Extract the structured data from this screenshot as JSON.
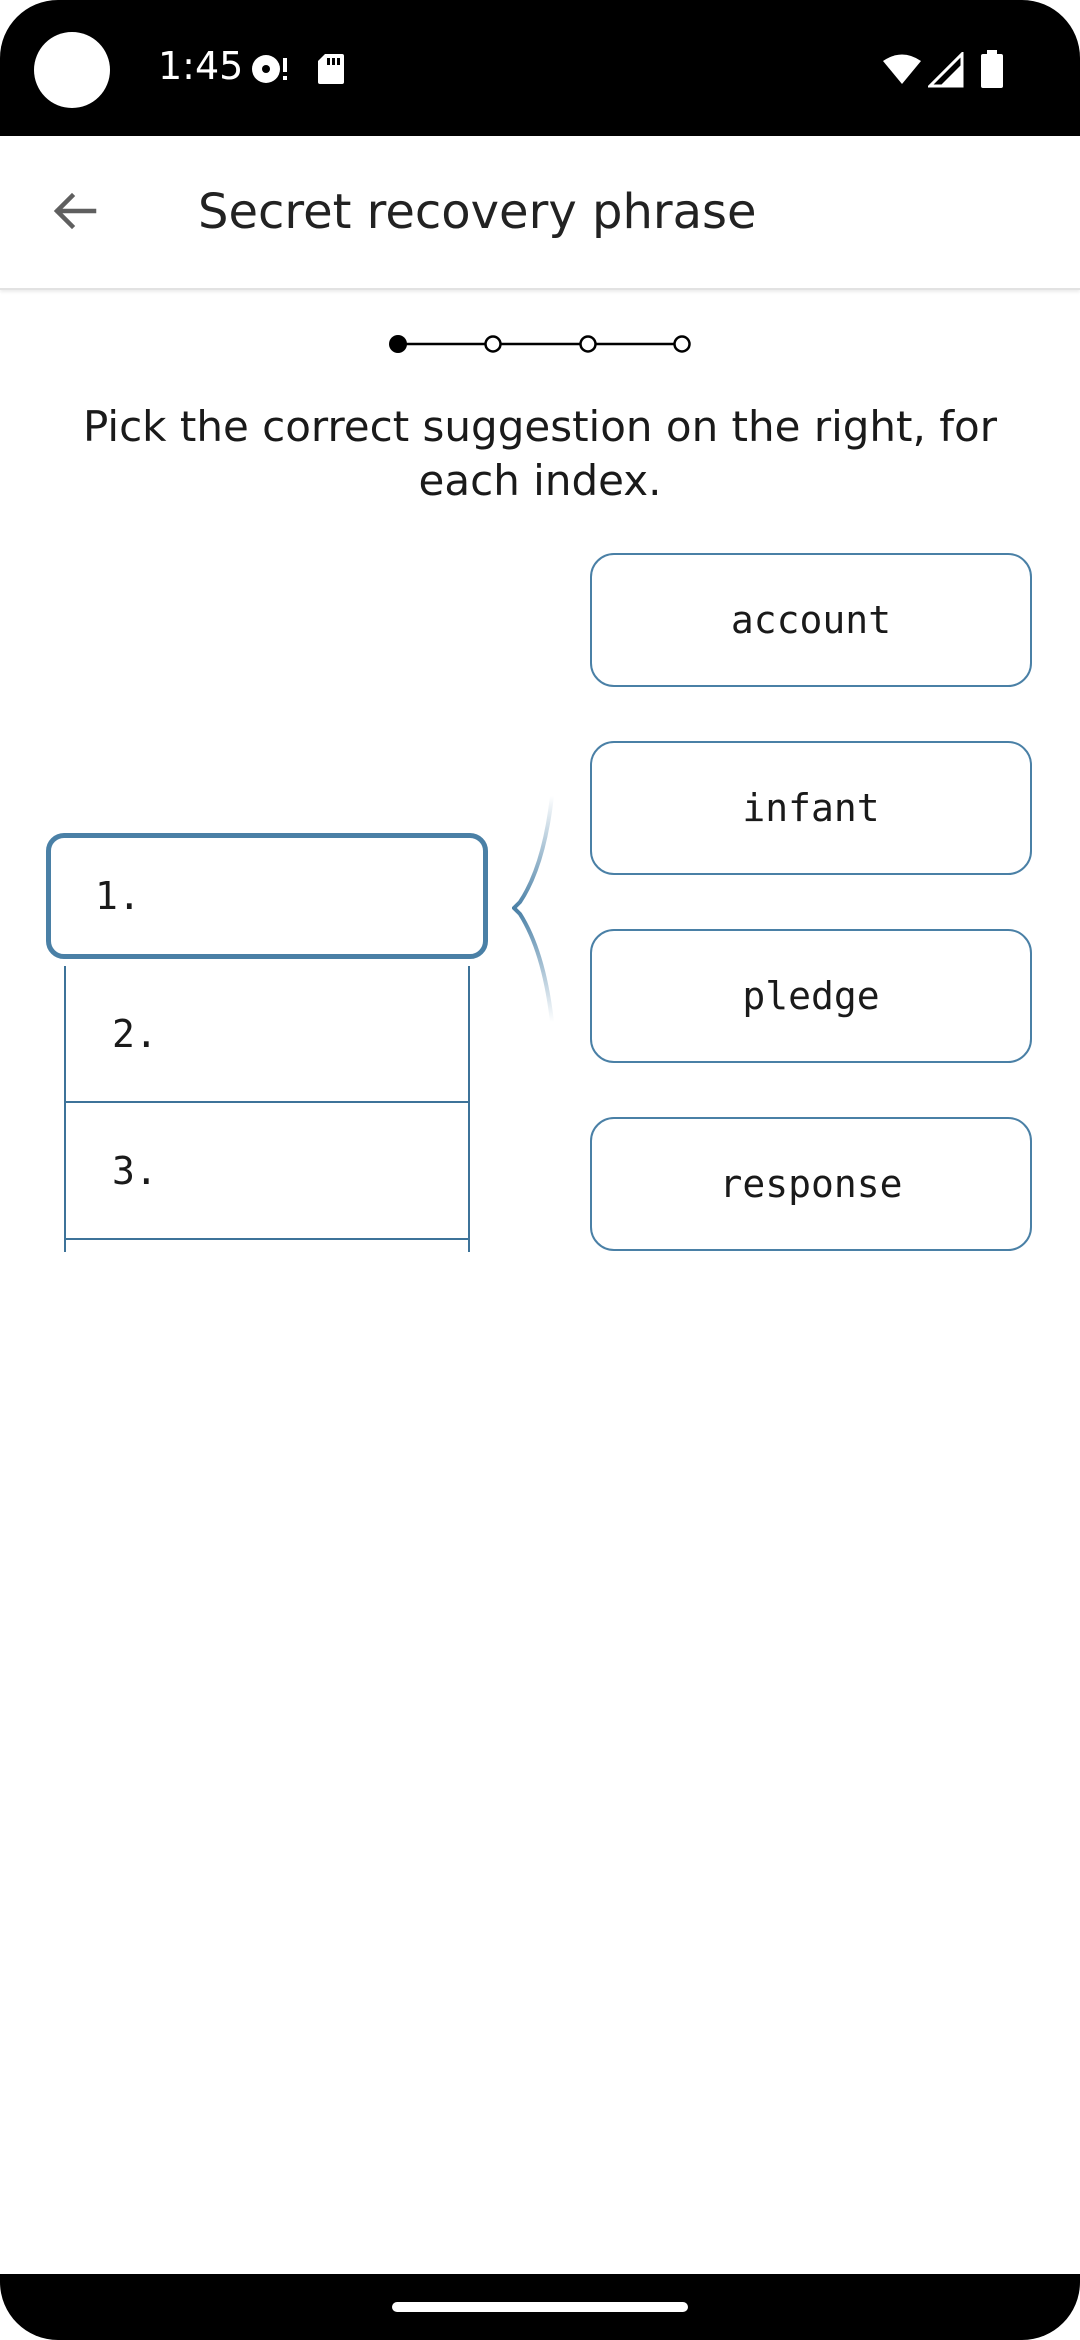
{
  "status_bar": {
    "time": "1:45",
    "icons": [
      "media-icon",
      "sd-card-icon",
      "wifi-icon",
      "cell-signal-icon",
      "battery-icon"
    ]
  },
  "app_bar": {
    "title": "Secret recovery phrase",
    "back_icon": "back-arrow-icon"
  },
  "stepper": {
    "total_steps": 4,
    "current_step": 1
  },
  "instruction": "Pick the correct suggestion on the right, for each index.",
  "index_list": {
    "active": "1.",
    "items": [
      "2.",
      "3."
    ]
  },
  "suggestions": [
    "account",
    "infant",
    "pledge",
    "response"
  ],
  "colors": {
    "accent": "#4a80a6",
    "list_border": "#3d7399",
    "text": "#1a1a1a",
    "status_bar": "#000000"
  }
}
